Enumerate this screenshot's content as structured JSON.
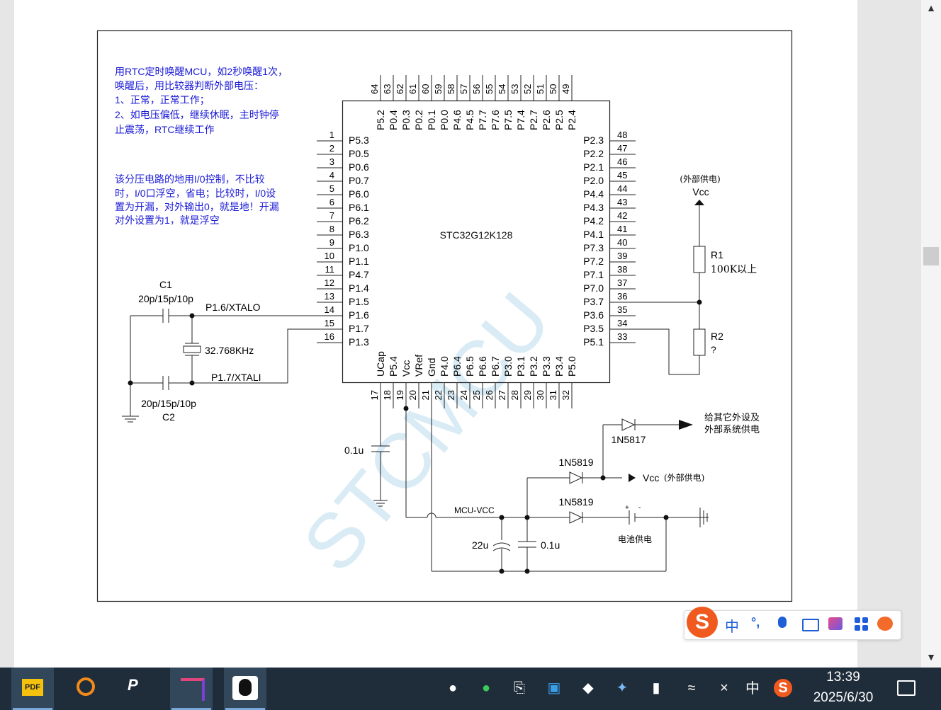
{
  "schematic": {
    "chip_name": "STC32G12K128",
    "watermark": "STCMCU",
    "note1": [
      "用RTC定时唤醒MCU，如2秒唤醒1次，",
      "唤醒后，用比较器判断外部电压：",
      "1、正常，正常工作；",
      "2、如电压偏低，继续休眠，主时钟停",
      "止震荡，RTC继续工作"
    ],
    "note2": [
      "该分压电路的地用I/0控制，不比较",
      "时，I/0口浮空，省电；比较时，I/0设",
      "置为开漏，对外输出0，就是地！开漏",
      "对外设置为1，就是浮空"
    ],
    "left_pins": [
      {
        "num": "1",
        "name": "P5.3"
      },
      {
        "num": "2",
        "name": "P0.5"
      },
      {
        "num": "3",
        "name": "P0.6"
      },
      {
        "num": "4",
        "name": "P0.7"
      },
      {
        "num": "5",
        "name": "P6.0"
      },
      {
        "num": "6",
        "name": "P6.1"
      },
      {
        "num": "7",
        "name": "P6.2"
      },
      {
        "num": "8",
        "name": "P6.3"
      },
      {
        "num": "9",
        "name": "P1.0"
      },
      {
        "num": "10",
        "name": "P1.1"
      },
      {
        "num": "11",
        "name": "P4.7"
      },
      {
        "num": "12",
        "name": "P1.4"
      },
      {
        "num": "13",
        "name": "P1.5"
      },
      {
        "num": "14",
        "name": "P1.6"
      },
      {
        "num": "15",
        "name": "P1.7"
      },
      {
        "num": "16",
        "name": "P1.3"
      }
    ],
    "right_pins": [
      {
        "num": "48",
        "name": "P2.3"
      },
      {
        "num": "47",
        "name": "P2.2"
      },
      {
        "num": "46",
        "name": "P2.1"
      },
      {
        "num": "45",
        "name": "P2.0"
      },
      {
        "num": "44",
        "name": "P4.4"
      },
      {
        "num": "43",
        "name": "P4.3"
      },
      {
        "num": "42",
        "name": "P4.2"
      },
      {
        "num": "41",
        "name": "P4.1"
      },
      {
        "num": "40",
        "name": "P7.3"
      },
      {
        "num": "39",
        "name": "P7.2"
      },
      {
        "num": "38",
        "name": "P7.1"
      },
      {
        "num": "37",
        "name": "P7.0"
      },
      {
        "num": "36",
        "name": "P3.7"
      },
      {
        "num": "35",
        "name": "P3.6"
      },
      {
        "num": "34",
        "name": "P3.5"
      },
      {
        "num": "33",
        "name": "P5.1"
      }
    ],
    "top_pins": [
      {
        "num": "64",
        "name": "P5.2"
      },
      {
        "num": "63",
        "name": "P0.4"
      },
      {
        "num": "62",
        "name": "P0.3"
      },
      {
        "num": "61",
        "name": "P0.2"
      },
      {
        "num": "60",
        "name": "P0.1"
      },
      {
        "num": "59",
        "name": "P0.0"
      },
      {
        "num": "58",
        "name": "P4.6"
      },
      {
        "num": "57",
        "name": "P4.5"
      },
      {
        "num": "56",
        "name": "P7.7"
      },
      {
        "num": "55",
        "name": "P7.6"
      },
      {
        "num": "54",
        "name": "P7.5"
      },
      {
        "num": "53",
        "name": "P7.4"
      },
      {
        "num": "52",
        "name": "P2.7"
      },
      {
        "num": "51",
        "name": "P2.6"
      },
      {
        "num": "50",
        "name": "P2.5"
      },
      {
        "num": "49",
        "name": "P2.4"
      }
    ],
    "bottom_pins": [
      {
        "num": "17",
        "name": "UCap"
      },
      {
        "num": "18",
        "name": "P5.4"
      },
      {
        "num": "19",
        "name": "Vcc"
      },
      {
        "num": "20",
        "name": "VRef"
      },
      {
        "num": "21",
        "name": "Gnd"
      },
      {
        "num": "22",
        "name": "P4.0"
      },
      {
        "num": "23",
        "name": "P6.4"
      },
      {
        "num": "24",
        "name": "P6.5"
      },
      {
        "num": "25",
        "name": "P6.6"
      },
      {
        "num": "26",
        "name": "P6.7"
      },
      {
        "num": "27",
        "name": "P3.0"
      },
      {
        "num": "28",
        "name": "P3.1"
      },
      {
        "num": "29",
        "name": "P3.2"
      },
      {
        "num": "30",
        "name": "P3.3"
      },
      {
        "num": "31",
        "name": "P3.4"
      },
      {
        "num": "32",
        "name": "P5.0"
      }
    ],
    "c1_name": "C1",
    "c1_value": "20p/15p/10p",
    "c2_name": "C2",
    "c2_value": "20p/15p/10p",
    "crystal": "32.768KHz",
    "xtalo": "P1.6/XTALO",
    "xtali": "P1.7/XTALI",
    "ucap_cap": "0.1u",
    "vcc_note": "(外部供电)",
    "vcc_label": "Vcc",
    "r1_name": "R1",
    "r1_value": "100K以上",
    "r2_name": "R2",
    "r2_value": "?",
    "d_1n5817": "1N5817",
    "d_1n5819_a": "1N5819",
    "d_1n5819_b": "1N5819",
    "out_note": [
      "给其它外设及",
      "外部系统供电"
    ],
    "vcc_out": "Vcc",
    "vcc_out_note": "(外部供电)",
    "mcu_vcc": "MCU-VCC",
    "cap_22u": "22u",
    "cap_01u": "0.1u",
    "battery": "电池供电",
    "bat_plus": "+",
    "bat_minus": "-"
  },
  "ime": {
    "logo": "S",
    "lang": "中",
    "punct": "°,",
    "icons": [
      "microphone-icon",
      "keyboard-icon",
      "skin-icon",
      "apps-icon",
      "mascot-icon"
    ]
  },
  "taskbar": {
    "apps": [
      "pdf-reader-icon",
      "search-app-icon",
      "pcan-icon",
      "layers-app-icon",
      "qq-icon"
    ],
    "tray_icons": [
      "qq-tray-icon",
      "wechat-icon",
      "printer-icon",
      "network-app-icon",
      "security-shield-icon",
      "bluetooth-tool-icon",
      "battery-icon",
      "wifi-icon",
      "volume-muted-icon"
    ],
    "lang": "中",
    "ime_tray": "S",
    "time": "13:39",
    "date": "2025/6/30"
  }
}
